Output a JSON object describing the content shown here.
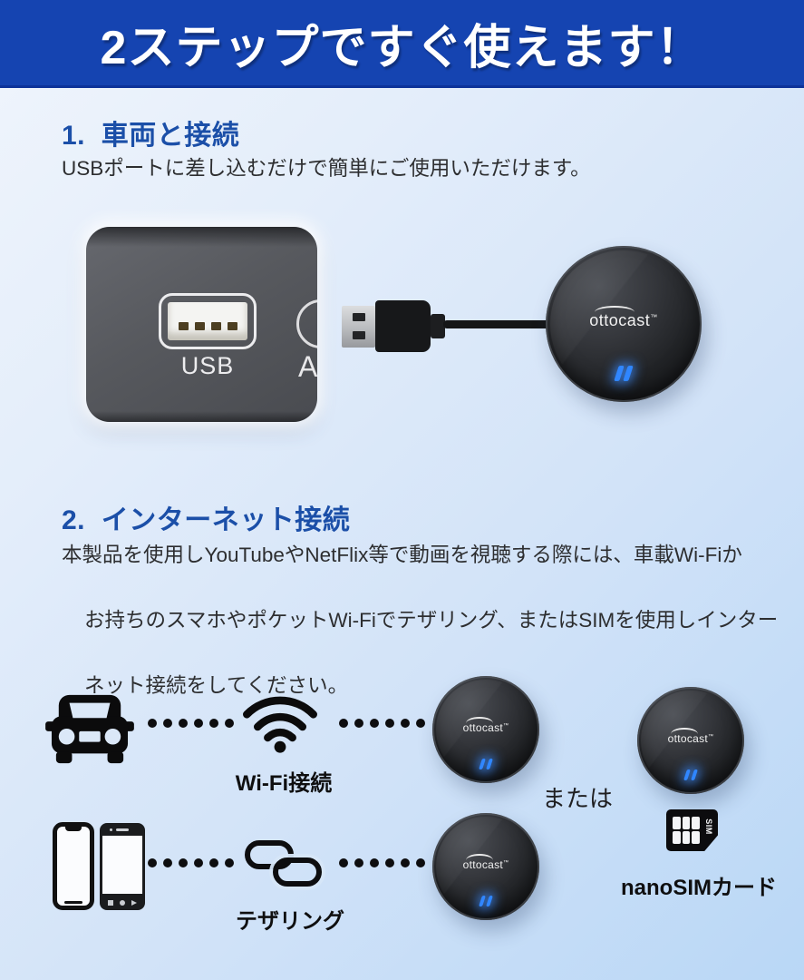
{
  "banner": {
    "title": "2ステップですぐ使えます！"
  },
  "step1": {
    "heading": "1.  車両と接続",
    "description": "USBポートに差し込むだけで簡単にご使用いただけます。",
    "photo": {
      "usb_port_label": "USB",
      "aux_partial_label": "A"
    }
  },
  "step2": {
    "heading": "2.  インターネット接続",
    "description_lines": [
      "本製品を使用しYouTubeやNetFlix等で動画を視聴する際には、車載Wi-Fiか",
      "お持ちのスマホやポケットWi-Fiでテザリング、またはSIMを使用しインター",
      "ネット接続をしてください。"
    ]
  },
  "device": {
    "brand": "ottocast",
    "trademark": "™"
  },
  "diagram": {
    "wifi_label": "Wi-Fi接続",
    "tethering_label": "テザリング",
    "or_label": "または",
    "sim_card_label": "nanoSIMカード",
    "sim_chip_text": "SIM"
  },
  "colors": {
    "banner_bg": "#1544b1",
    "heading_blue": "#1b4fa8",
    "led_blue": "#2f86ff"
  }
}
